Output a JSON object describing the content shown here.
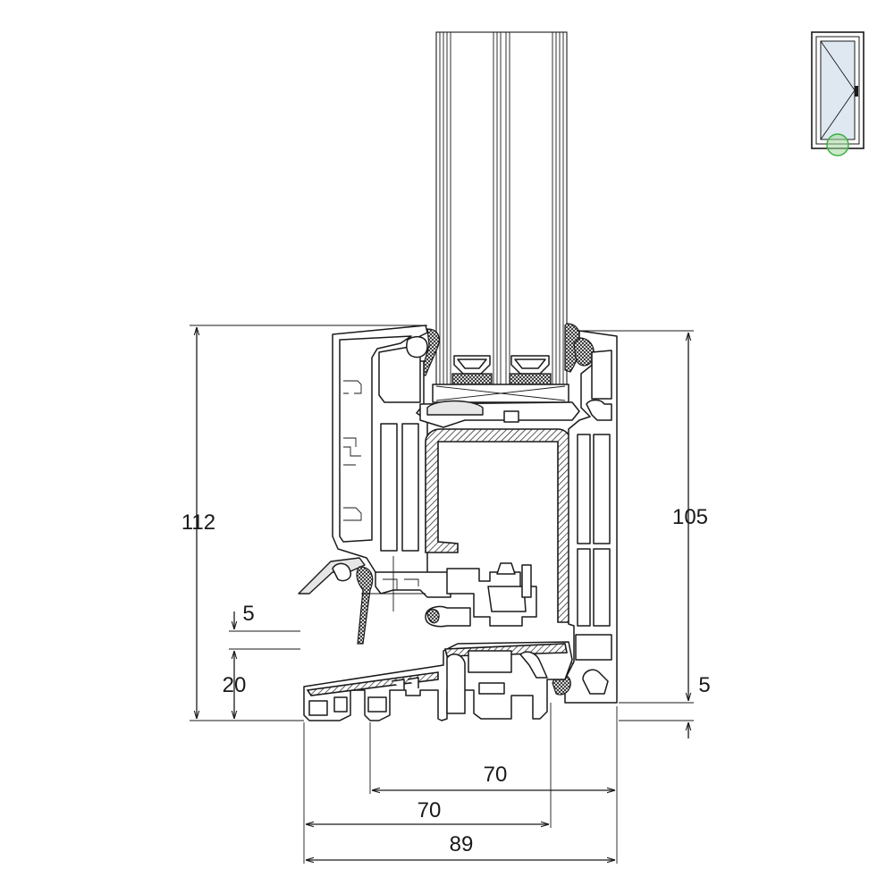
{
  "diagram": {
    "dimensions": {
      "left_height": "112",
      "right_height": "105",
      "left_small_top": "5",
      "left_small_bottom": "20",
      "right_small": "5",
      "bottom_inner": "70",
      "bottom_middle": "70",
      "bottom_overall": "89"
    },
    "thumbnail": {
      "icon": "casement-window-icon",
      "highlight_color": "#3cb043"
    },
    "colors": {
      "line": "#1a1a1a",
      "fill_grey": "#e6e6e6",
      "background": "#ffffff"
    }
  }
}
